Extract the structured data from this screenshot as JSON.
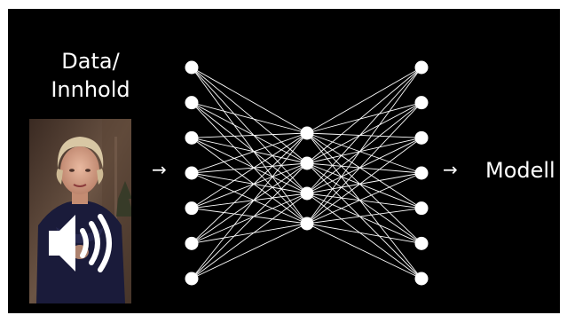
{
  "input_label_line1": "Data/",
  "input_label_line2": "Innhold",
  "output_label": "Modell",
  "arrow_glyph": "→",
  "thumbnail_icon": "speaker-volume-icon",
  "network": {
    "layers": [
      7,
      4,
      7
    ]
  },
  "colors": {
    "background": "#000000",
    "foreground": "#ffffff"
  }
}
